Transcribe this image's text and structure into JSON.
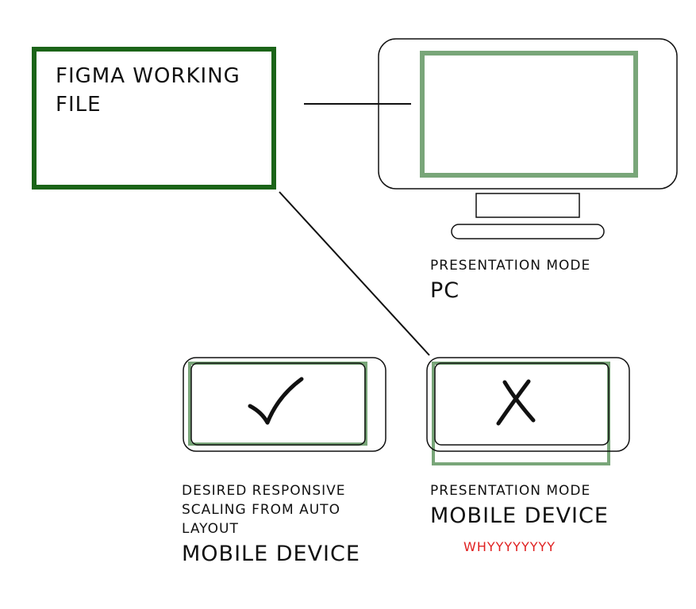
{
  "figma_file": {
    "title": "FIGMA WORKING FILE"
  },
  "pc": {
    "caption": "PRESENTATION MODE",
    "device": "PC"
  },
  "mobile_desired": {
    "caption": "DESIRED RESPONSIVE SCALING FROM AUTO LAYOUT",
    "device": "MOBILE DEVICE",
    "mark": "checkmark"
  },
  "mobile_presentation": {
    "caption": "PRESENTATION MODE",
    "device": "MOBILE DEVICE",
    "note": "WHYYYYYYYY",
    "mark": "x-mark"
  },
  "colors": {
    "dark_green": "#1b6418",
    "light_green": "#79a679",
    "outline": "#111111",
    "note_red": "#e02020"
  }
}
